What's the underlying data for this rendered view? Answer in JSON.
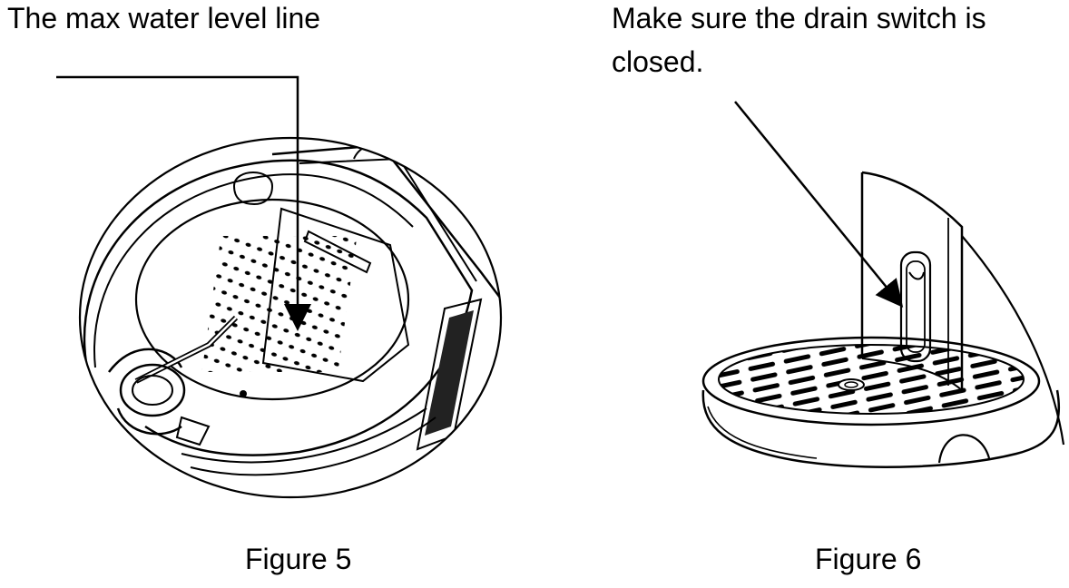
{
  "figure5": {
    "annotation": "The max water level line",
    "caption": "Figure 5"
  },
  "figure6": {
    "annotation": "Make sure the drain switch is closed.",
    "caption": "Figure 6"
  }
}
